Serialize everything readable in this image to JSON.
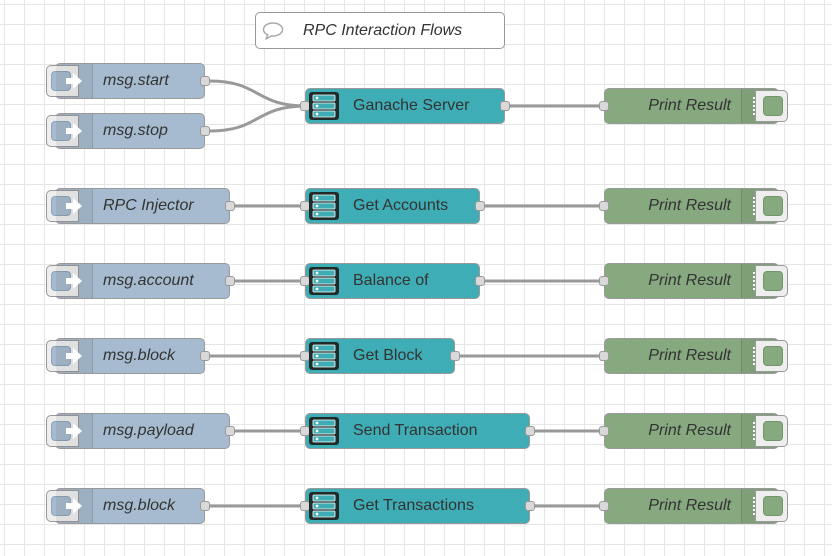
{
  "canvas": {
    "comment": {
      "label": "RPC Interaction Flows",
      "icon": "speech-bubble-icon"
    },
    "inject_nodes": [
      {
        "label": "msg.start",
        "icon": "arrow-in-icon"
      },
      {
        "label": "msg.stop",
        "icon": "arrow-in-icon"
      },
      {
        "label": "RPC Injector",
        "icon": "arrow-in-icon"
      },
      {
        "label": "msg.account",
        "icon": "arrow-in-icon"
      },
      {
        "label": "msg.block",
        "icon": "arrow-in-icon"
      },
      {
        "label": "msg.payload",
        "icon": "arrow-in-icon"
      },
      {
        "label": "msg.block",
        "icon": "arrow-in-icon"
      }
    ],
    "function_nodes": [
      {
        "label": "Ganache Server",
        "icon": "server-rack-icon"
      },
      {
        "label": "Get Accounts",
        "icon": "server-rack-icon"
      },
      {
        "label": "Balance of",
        "icon": "server-rack-icon"
      },
      {
        "label": "Get Block",
        "icon": "server-rack-icon"
      },
      {
        "label": "Send Transaction",
        "icon": "server-rack-icon"
      },
      {
        "label": "Get Transactions",
        "icon": "server-rack-icon"
      }
    ],
    "debug_nodes": [
      {
        "label": "Print Result",
        "icon": "list-icon"
      },
      {
        "label": "Print Result",
        "icon": "list-icon"
      },
      {
        "label": "Print Result",
        "icon": "list-icon"
      },
      {
        "label": "Print Result",
        "icon": "list-icon"
      },
      {
        "label": "Print Result",
        "icon": "list-icon"
      },
      {
        "label": "Print Result",
        "icon": "list-icon"
      }
    ],
    "colors": {
      "inject": "#a6bbcf",
      "function": "#3fadb5",
      "debug": "#87a980",
      "wire": "#999999"
    }
  }
}
